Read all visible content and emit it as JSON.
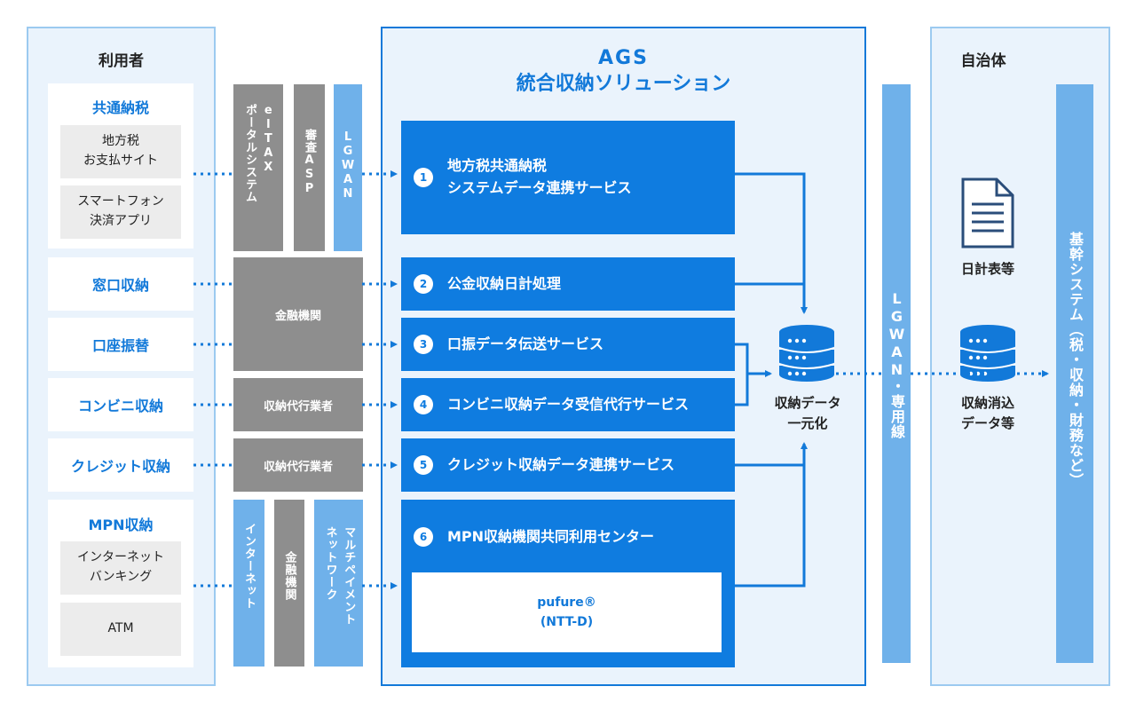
{
  "left_panel": {
    "title": "利用者",
    "groups": [
      {
        "label": "共通納税",
        "items": [
          "地方税\nお支払サイト",
          "スマートフォン\n決済アプリ"
        ]
      },
      {
        "label": "窓口収納"
      },
      {
        "label": "口座振替"
      },
      {
        "label": "コンビニ収納"
      },
      {
        "label": "クレジット収納"
      },
      {
        "label": "MPN収納",
        "items": [
          "インターネット\nバンキング",
          "ATM"
        ]
      }
    ]
  },
  "intermediaries": {
    "eltax": "elTAX\nポータルシステム",
    "shinsa": "審査ASP",
    "lgwan": "LGWAN",
    "kinyu": "金融機関",
    "shuno_daiko_1": "収納代行業者",
    "shuno_daiko_2": "収納代行業者",
    "internet": "インターネット",
    "kinyu_kikan": "金融機関",
    "multipayment": "マルチペイメント\nネットワーク"
  },
  "center_panel": {
    "title_line1": "AGS",
    "title_line2": "統合収納ソリューション",
    "services": [
      {
        "num": "1",
        "label": "地方税共通納税\nシステムデータ連携サービス"
      },
      {
        "num": "2",
        "label": "公金収納日計処理"
      },
      {
        "num": "3",
        "label": "口振データ伝送サービス"
      },
      {
        "num": "4",
        "label": "コンビニ収納データ受信代行サービス"
      },
      {
        "num": "5",
        "label": "クレジット収納データ連携サービス"
      },
      {
        "num": "6",
        "label": "MPN収納機関共同利用センター"
      }
    ],
    "pufure_line1": "pufure®",
    "pufure_line2": "(NTT-D)",
    "unify_label": "収納データ\n一元化"
  },
  "lgwan_bar": "LGWAN・専用線",
  "right_panel": {
    "title": "自治体",
    "doc_label": "日計表等",
    "db_label": "収納消込\nデータ等",
    "core_system": "基幹システム（税・収納・財務など）"
  },
  "colors": {
    "primary_blue": "#0f7ce0",
    "light_blue": "#6fb1ea",
    "panel_bg": "#eaf3fc",
    "dark_gray": "#8e8e8e"
  },
  "icons": [
    "document-icon",
    "database-icon"
  ]
}
